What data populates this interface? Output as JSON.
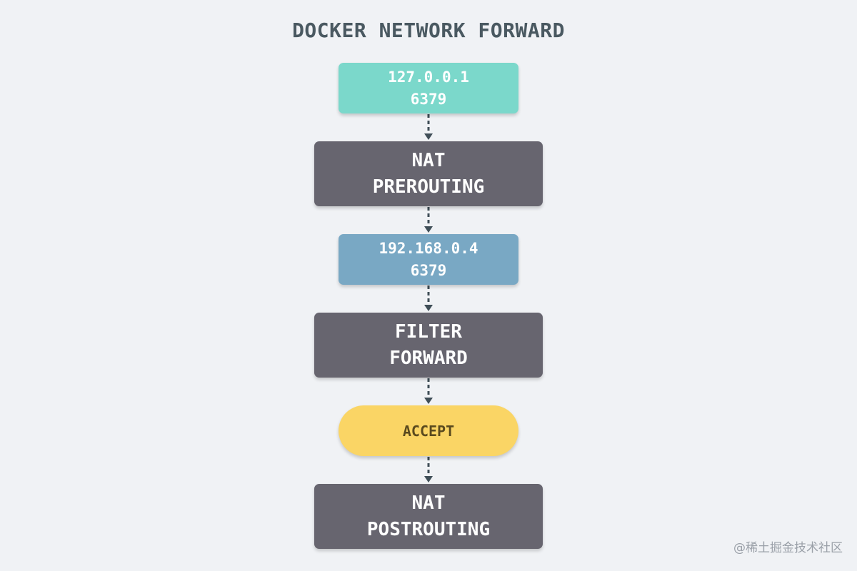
{
  "title": "DOCKER NETWORK FORWARD",
  "colors": {
    "background": "#f0f2f5",
    "title": "#4a5961",
    "source_address": "#7bd8cb",
    "dest_address": "#79a8c4",
    "chain": "#67656f",
    "accept": "#fad565",
    "arrow": "#3f4e57"
  },
  "nodes": {
    "source": {
      "line1": "127.0.0.1",
      "line2": "6379"
    },
    "nat_prerouting": {
      "line1": "NAT",
      "line2": "PREROUTING"
    },
    "dest": {
      "line1": "192.168.0.4",
      "line2": "6379"
    },
    "filter_forward": {
      "line1": "FILTER",
      "line2": "FORWARD"
    },
    "accept": {
      "label": "ACCEPT"
    },
    "nat_postrouting": {
      "line1": "NAT",
      "line2": "POSTROUTING"
    }
  },
  "edges": [
    [
      "source",
      "nat_prerouting"
    ],
    [
      "nat_prerouting",
      "dest"
    ],
    [
      "dest",
      "filter_forward"
    ],
    [
      "filter_forward",
      "accept"
    ],
    [
      "accept",
      "nat_postrouting"
    ]
  ],
  "watermark": "@稀土掘金技术社区"
}
